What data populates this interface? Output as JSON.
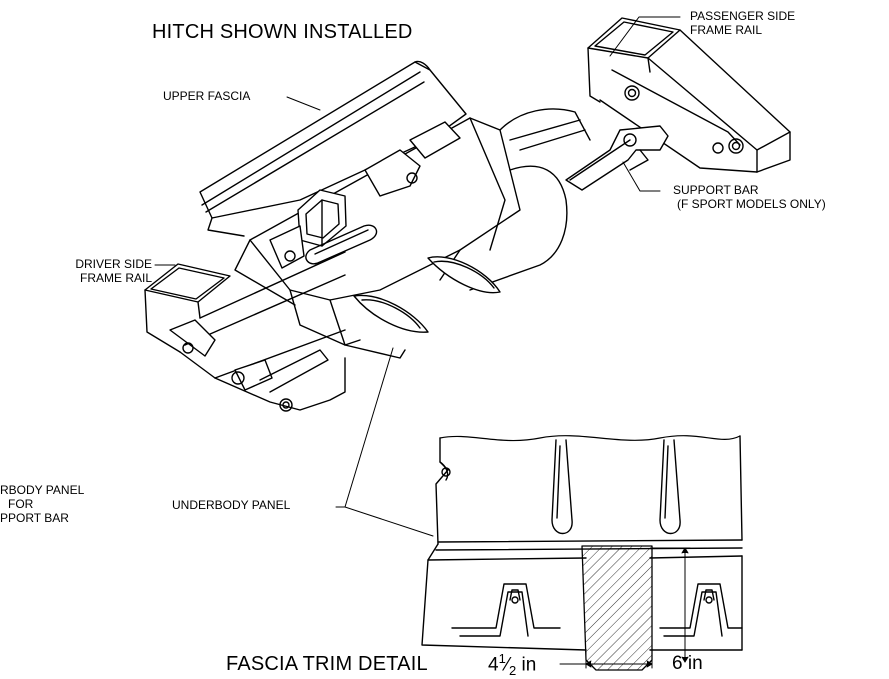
{
  "titles": {
    "installed": "HITCH SHOWN INSTALLED",
    "detail": "FASCIA TRIM DETAIL"
  },
  "labels": {
    "upper_fascia": "UPPER FASCIA",
    "passenger_rail_line1": "PASSENGER SIDE",
    "passenger_rail_line2": "FRAME RAIL",
    "support_bar_line1": "SUPPORT BAR",
    "support_bar_line2": "(F SPORT MODELS ONLY)",
    "driver_rail_line1": "DRIVER SIDE",
    "driver_rail_line2": "FRAME RAIL",
    "underbody_trim_line1": "RBODY PANEL",
    "underbody_trim_line2": "FOR",
    "underbody_trim_line3": "PPORT BAR",
    "underbody_panel": "UNDERBODY PANEL"
  },
  "dimensions": {
    "width_whole": "4",
    "width_num": "1",
    "width_den": "2",
    "width_unit": "in",
    "height": "6 in"
  },
  "colors": {
    "line": "#000000",
    "background": "#ffffff"
  }
}
